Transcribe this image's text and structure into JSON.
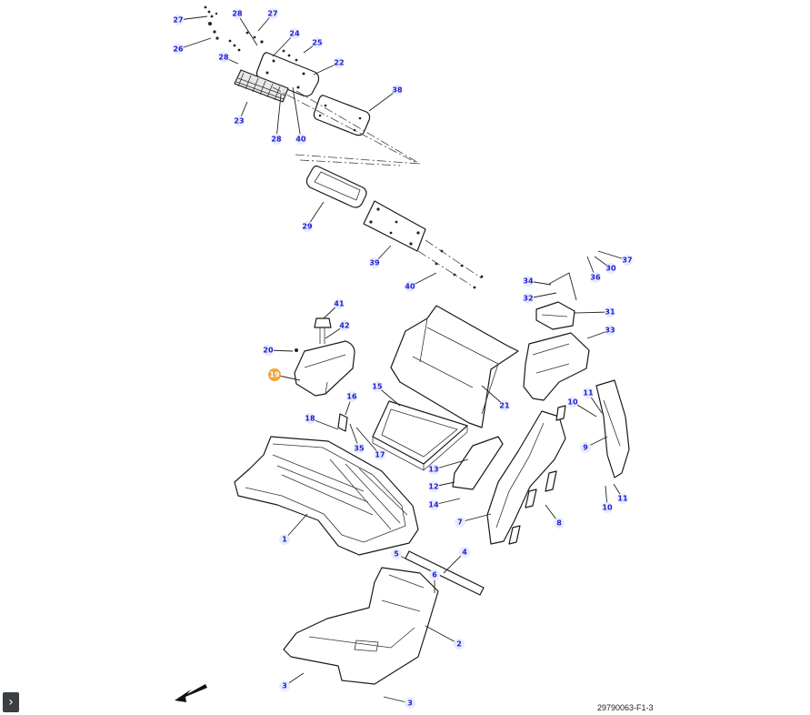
{
  "diagram": {
    "callouts": [
      "27",
      "28",
      "27",
      "26",
      "24",
      "25",
      "28",
      "22",
      "38",
      "23",
      "28",
      "40",
      "29",
      "39",
      "40",
      "37",
      "30",
      "36",
      "34",
      "32",
      "31",
      "41",
      "42",
      "20",
      "19",
      "33",
      "15",
      "21",
      "16",
      "18",
      "10",
      "11",
      "35",
      "17",
      "13",
      "9",
      "12",
      "14",
      "7",
      "8",
      "11",
      "10",
      "1",
      "5",
      "4",
      "6",
      "2",
      "3",
      "3"
    ],
    "highlighted_callout": "19",
    "drawing_number": "29790063-F1-3",
    "orientation_arrow": "front-direction-arrow"
  },
  "controls": {
    "expand_icon": "chevron-right-icon",
    "expand_glyph": "›"
  },
  "colors": {
    "callout_text": "#1f1fd0",
    "callout_highlight": "#f2a53b",
    "line": "#1a1a1a"
  }
}
